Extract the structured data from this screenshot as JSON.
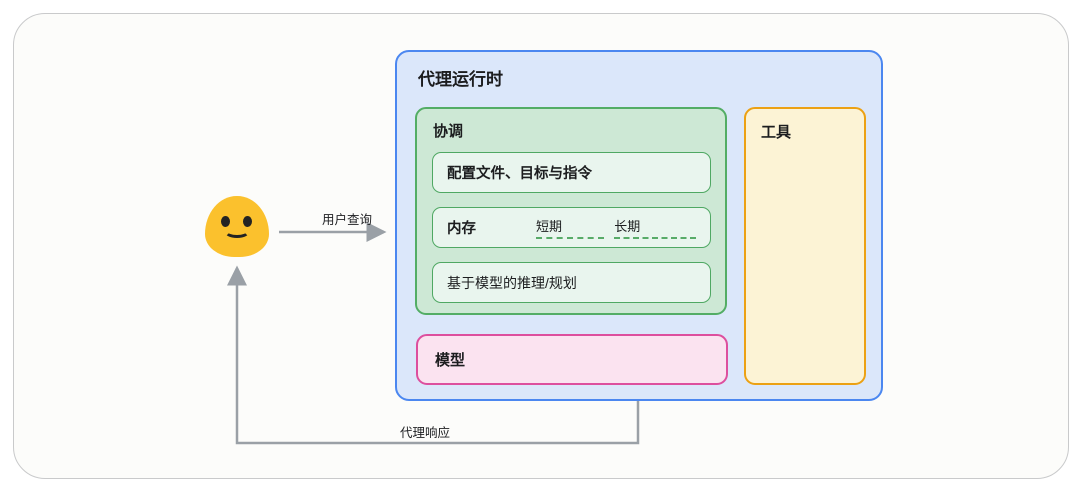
{
  "diagram": {
    "title_hidden": "",
    "user_query_label": "用户查询",
    "agent_response_label": "代理响应",
    "runtime_title": "代理运行时",
    "orchestration_title": "协调",
    "profile_box_label": "配置文件、目标与指令",
    "memory_label": "内存",
    "memory_short_term": "短期",
    "memory_long_term": "长期",
    "reasoning_box_label": "基于模型的推理/规划",
    "model_title": "模型",
    "tools_title": "工具"
  },
  "icons": {
    "user": "blob-smiley-icon"
  },
  "colors": {
    "card_background": "#fcfcfa",
    "card_border": "#c9cacb",
    "runtime_fill": "#dbe7fa",
    "runtime_border": "#4b87f0",
    "orchestration_fill": "#cde8d5",
    "orchestration_border": "#53ad65",
    "sub_box_fill": "#e9f5ee",
    "sub_box_border": "#4fa863",
    "model_fill": "#fbe3f0",
    "model_border": "#dd4f9e",
    "tools_fill": "#fcf3d5",
    "tools_border": "#eca113",
    "arrow_gray": "#9aa0a6",
    "smiley_yellow": "#fbc12d",
    "text": "#1c1d1f"
  }
}
